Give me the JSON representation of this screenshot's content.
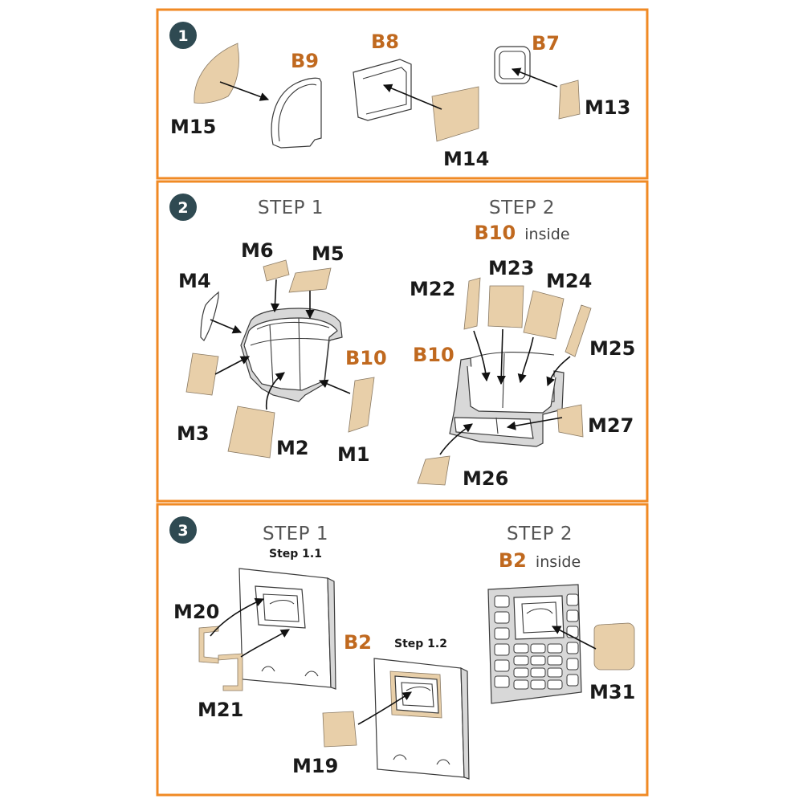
{
  "colors": {
    "panel_border": "#f08a24",
    "badge_fill": "#2f4a52",
    "mask_fill": "#e8cfa9",
    "reference_text": "#c0691f"
  },
  "panels": [
    {
      "badge": "1",
      "labels": {
        "m15": "M15",
        "b9": "B9",
        "b8": "B8",
        "m14": "M14",
        "b7": "B7",
        "m13": "M13"
      }
    },
    {
      "badge": "2",
      "step1_title": "STEP 1",
      "step2_title": "STEP 2",
      "step2_ref": "B10",
      "step2_inside": "inside",
      "labels": {
        "m6": "M6",
        "m5": "M5",
        "m4": "M4",
        "b10_left": "B10",
        "m3": "M3",
        "m2": "M2",
        "m1": "M1",
        "m22": "M22",
        "m23": "M23",
        "m24": "M24",
        "b10_right": "B10",
        "m25": "M25",
        "m27": "M27",
        "m26": "M26"
      }
    },
    {
      "badge": "3",
      "step1_title": "STEP 1",
      "step1_sub": "Step 1.1",
      "step12_sub": "Step 1.2",
      "step2_title": "STEP 2",
      "step2_ref": "B2",
      "step2_inside": "inside",
      "labels": {
        "m20": "M20",
        "m21": "M21",
        "b2": "B2",
        "m19": "M19",
        "m31": "M31"
      }
    }
  ]
}
